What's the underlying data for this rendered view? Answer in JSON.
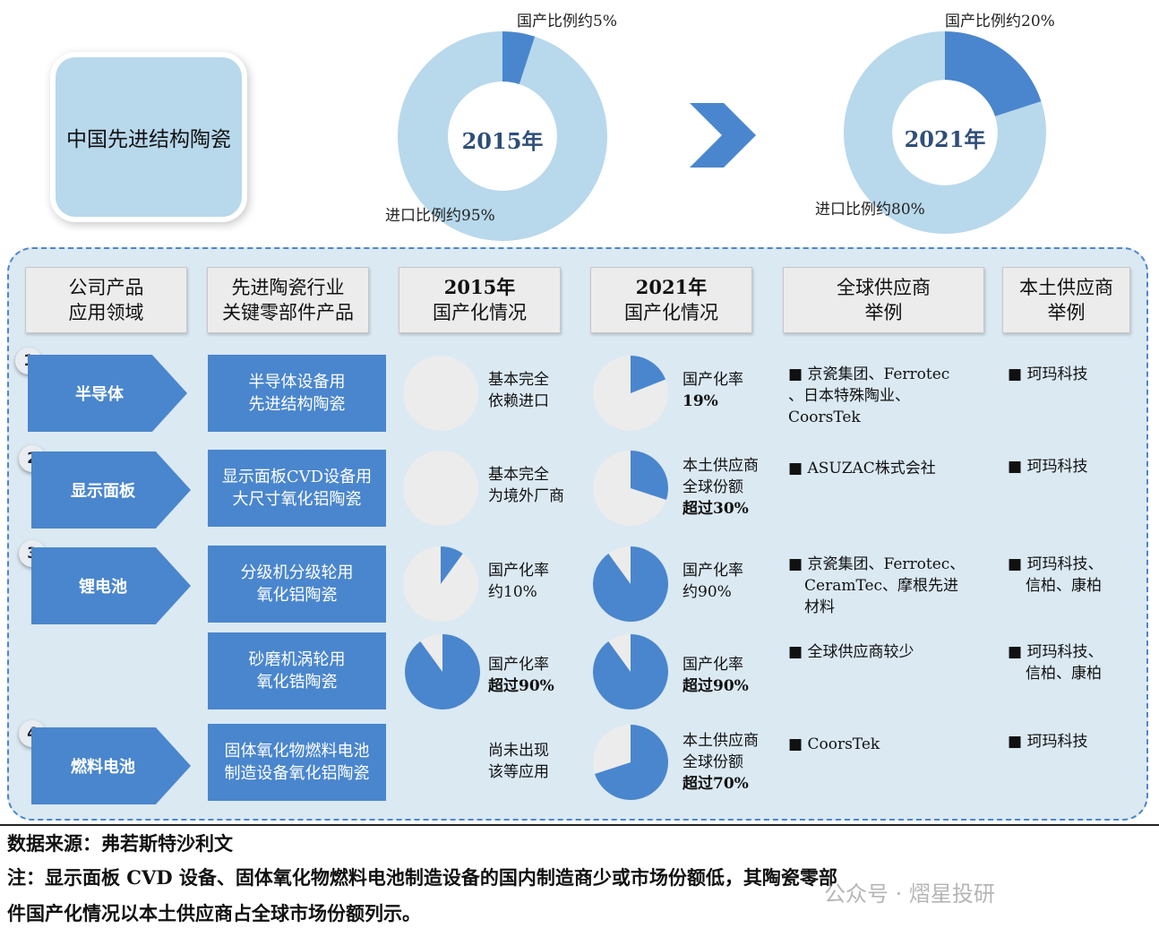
{
  "title": "中国先进结构陶瓷",
  "donuts": [
    {
      "year_label": "2015年",
      "domestic_label": "国产比例约5%",
      "import_label": "进口比例约95%",
      "domestic_share": 0.05
    },
    {
      "year_label": "2021年",
      "domestic_label": "国产比例约20%",
      "import_label": "进口比例约80%",
      "domestic_share": 0.2
    }
  ],
  "headers": [
    [
      "公司产品",
      "应用领域"
    ],
    [
      "先进陶瓷行业",
      "关键零部件产品"
    ],
    [
      "2015年",
      "国产化情况"
    ],
    [
      "2021年",
      "国产化情况"
    ],
    [
      "全球供应商",
      "举例"
    ],
    [
      "本土供应商",
      "举例"
    ]
  ],
  "rows": [
    {
      "badge": "1",
      "app": "半导体",
      "product": [
        "半导体设备用",
        "先进结构陶瓷"
      ],
      "pie2015": 0,
      "text2015": [
        "基本完全",
        "依赖进口"
      ],
      "pie2021": 0.19,
      "text2021": [
        "国产化率",
        "19%"
      ],
      "global": [
        "■ 京瓷集团、Ferrotec",
        "、日本特殊陶业、",
        "CoorsTek"
      ],
      "local": [
        "■ 珂玛科技"
      ]
    },
    {
      "badge": "2",
      "app": "显示面板",
      "product": [
        "显示面板CVD设备用",
        "大尺寸氧化铝陶瓷"
      ],
      "pie2015": 0,
      "text2015": [
        "基本完全",
        "为境外厂商"
      ],
      "pie2021": 0.3,
      "text2021": [
        "本土供应商",
        "全球份额",
        "超过30%"
      ],
      "global": [
        "■ ASUZAC株式会社"
      ],
      "local": [
        "■ 珂玛科技"
      ]
    },
    {
      "badge": "3",
      "app": "锂电池",
      "product": [
        "分级机分级轮用",
        "氧化铝陶瓷"
      ],
      "pie2015": 0.1,
      "text2015": [
        "国产化率",
        "约10%"
      ],
      "pie2021": 0.9,
      "text2021": [
        "国产化率",
        "约90%"
      ],
      "global": [
        "■ 京瓷集团、Ferrotec、",
        "CeramTec、摩根先进",
        "材料"
      ],
      "local": [
        "■ 珂玛科技、",
        "信柏、康柏"
      ]
    },
    {
      "badge": "",
      "app": "",
      "product": [
        "砂磨机涡轮用",
        "氧化锆陶瓷"
      ],
      "pie2015": 0.9,
      "text2015": [
        "国产化率",
        "超过90%"
      ],
      "pie2021": 0.9,
      "text2021": [
        "国产化率",
        "超过90%"
      ],
      "global": [
        "■ 全球供应商较少"
      ],
      "local": [
        "■ 珂玛科技、",
        "信柏、康柏"
      ]
    },
    {
      "badge": "4",
      "app": "燃料电池",
      "product": [
        "固体氧化物燃料电池",
        "制造设备氧化铝陶瓷"
      ],
      "pie2015": null,
      "text2015": [
        "尚未出现",
        "该等应用"
      ],
      "pie2021": 0.7,
      "text2021": [
        "本土供应商",
        "全球份额",
        "超过70%"
      ],
      "global": [
        "■ CoorsTek"
      ],
      "local": [
        "■ 珂玛科技"
      ]
    }
  ],
  "footer": {
    "source": "数据来源：弗若斯特沙利文",
    "note_line1": "注：显示面板 CVD 设备、固体氧化物燃料电池制造设备的国内制造商少或市场份额低，其陶瓷零部",
    "note_line2": "件国产化情况以本土供应商占全球市场份额列示。",
    "watermark": "公众号 · 熠星投研"
  },
  "colors": {
    "accent": "#4a86cd",
    "light": "#b8d8ec",
    "pie_bg": "#ececec",
    "panel": "#dbe9f3"
  }
}
